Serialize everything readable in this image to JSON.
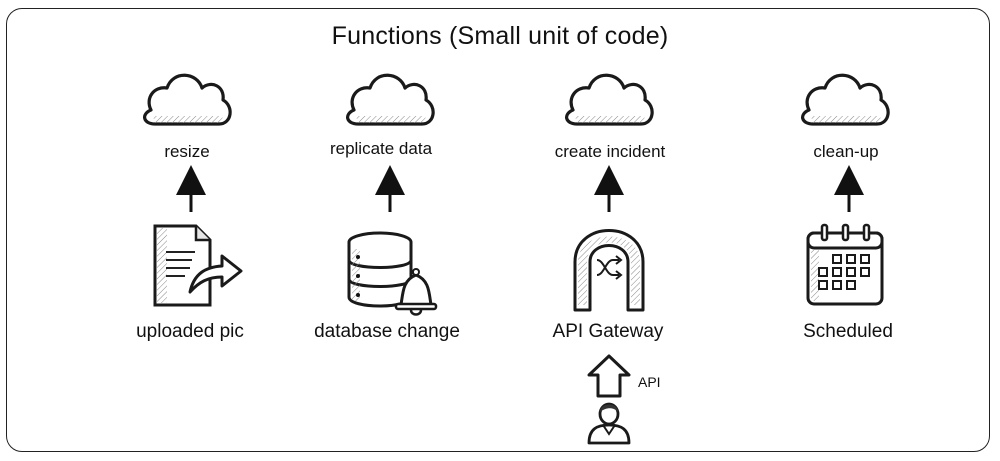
{
  "title": "Functions (Small unit of code)",
  "columns": [
    {
      "function_label": "resize",
      "trigger_label": "uploaded pic",
      "icon": "document-share-icon"
    },
    {
      "function_label": "replicate data",
      "trigger_label": "database change",
      "icon": "database-bell-icon"
    },
    {
      "function_label": "create incident",
      "trigger_label": "API Gateway",
      "icon": "api-gateway-icon"
    },
    {
      "function_label": "clean-up",
      "trigger_label": "Scheduled",
      "icon": "calendar-icon"
    }
  ],
  "api_label": "API",
  "user_icon": "user-icon"
}
